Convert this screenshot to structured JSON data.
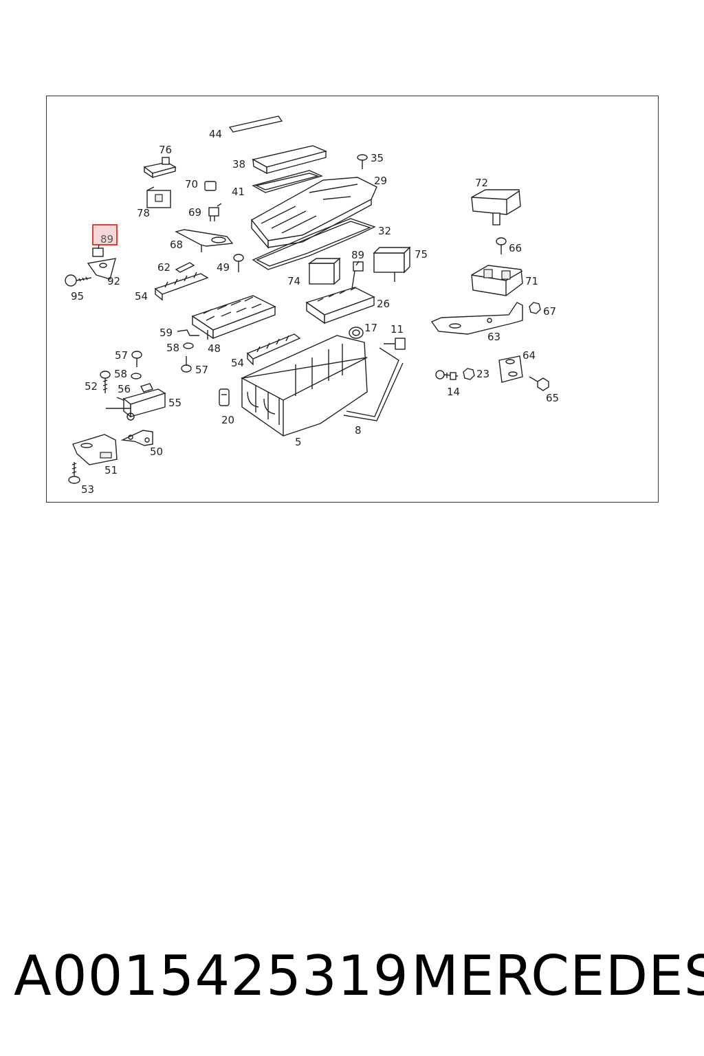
{
  "diagram": {
    "highlighted_part": "89",
    "highlight_color": "#e0403a",
    "callouts": [
      {
        "id": "c44",
        "label": "44"
      },
      {
        "id": "c76",
        "label": "76"
      },
      {
        "id": "c38",
        "label": "38"
      },
      {
        "id": "c35",
        "label": "35"
      },
      {
        "id": "c70",
        "label": "70"
      },
      {
        "id": "c41",
        "label": "41"
      },
      {
        "id": "c29",
        "label": "29"
      },
      {
        "id": "c72",
        "label": "72"
      },
      {
        "id": "c78",
        "label": "78"
      },
      {
        "id": "c69",
        "label": "69"
      },
      {
        "id": "c32",
        "label": "32"
      },
      {
        "id": "c89a",
        "label": "89"
      },
      {
        "id": "c68",
        "label": "68"
      },
      {
        "id": "c66",
        "label": "66"
      },
      {
        "id": "c89b",
        "label": "89"
      },
      {
        "id": "c75",
        "label": "75"
      },
      {
        "id": "c62",
        "label": "62"
      },
      {
        "id": "c49",
        "label": "49"
      },
      {
        "id": "c92",
        "label": "92"
      },
      {
        "id": "c74",
        "label": "74"
      },
      {
        "id": "c71",
        "label": "71"
      },
      {
        "id": "c95",
        "label": "95"
      },
      {
        "id": "c54a",
        "label": "54"
      },
      {
        "id": "c26",
        "label": "26"
      },
      {
        "id": "c67",
        "label": "67"
      },
      {
        "id": "c17",
        "label": "17"
      },
      {
        "id": "c11",
        "label": "11"
      },
      {
        "id": "c59",
        "label": "59"
      },
      {
        "id": "c63",
        "label": "63"
      },
      {
        "id": "c48",
        "label": "48"
      },
      {
        "id": "c58a",
        "label": "58"
      },
      {
        "id": "c57a",
        "label": "57"
      },
      {
        "id": "c64",
        "label": "64"
      },
      {
        "id": "c54b",
        "label": "54"
      },
      {
        "id": "c57b",
        "label": "57"
      },
      {
        "id": "c58b",
        "label": "58"
      },
      {
        "id": "c23",
        "label": "23"
      },
      {
        "id": "c52",
        "label": "52"
      },
      {
        "id": "c56",
        "label": "56"
      },
      {
        "id": "c14",
        "label": "14"
      },
      {
        "id": "c55",
        "label": "55"
      },
      {
        "id": "c65",
        "label": "65"
      },
      {
        "id": "c20",
        "label": "20"
      },
      {
        "id": "c8",
        "label": "8"
      },
      {
        "id": "c5",
        "label": "5"
      },
      {
        "id": "c50",
        "label": "50"
      },
      {
        "id": "c51",
        "label": "51"
      },
      {
        "id": "c53",
        "label": "53"
      }
    ]
  },
  "caption": {
    "part_number": "A0015425319",
    "brand": "MERCEDES"
  }
}
